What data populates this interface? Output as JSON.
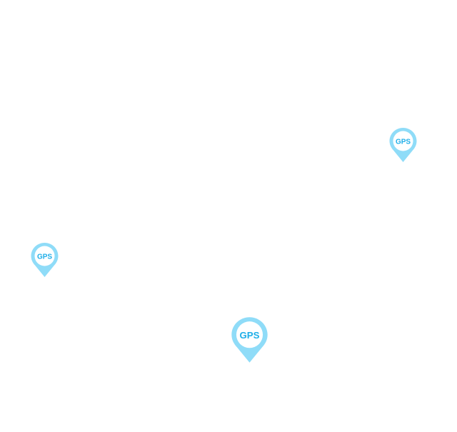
{
  "markers": [
    {
      "label": "GPS"
    },
    {
      "label": "GPS"
    },
    {
      "label": "GPS"
    }
  ],
  "colors": {
    "pin": "#8fdcf8",
    "pin_text": "#1eaee8",
    "pin_inner": "#ffffff",
    "background": "#ffffff"
  }
}
